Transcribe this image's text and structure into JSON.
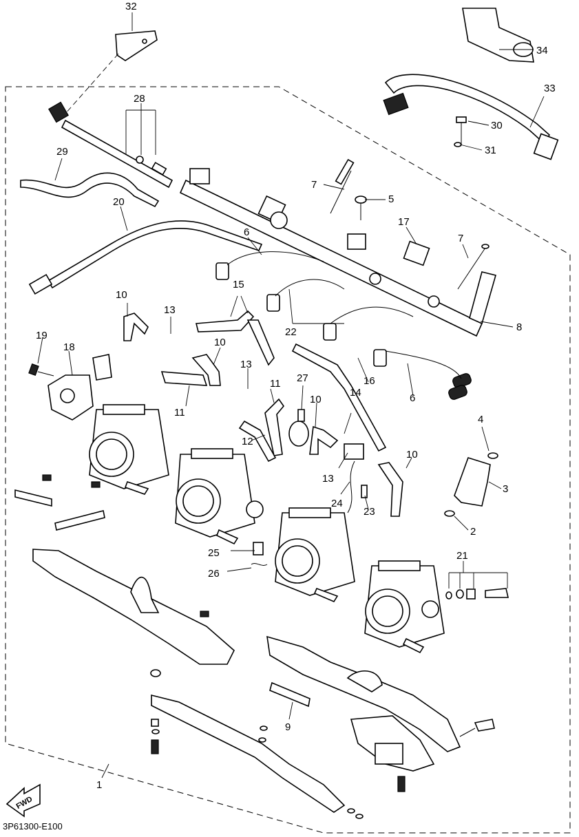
{
  "drawing_code": "3P61300-E100",
  "fwd_label": "FWD",
  "callouts": [
    "1",
    "2",
    "3",
    "4",
    "5",
    "6",
    "7",
    "8",
    "9",
    "10",
    "11",
    "12",
    "13",
    "14",
    "15",
    "16",
    "17",
    "18",
    "19",
    "20",
    "21",
    "22",
    "23",
    "24",
    "25",
    "26",
    "27",
    "28",
    "29",
    "30",
    "31",
    "32",
    "33",
    "34"
  ]
}
